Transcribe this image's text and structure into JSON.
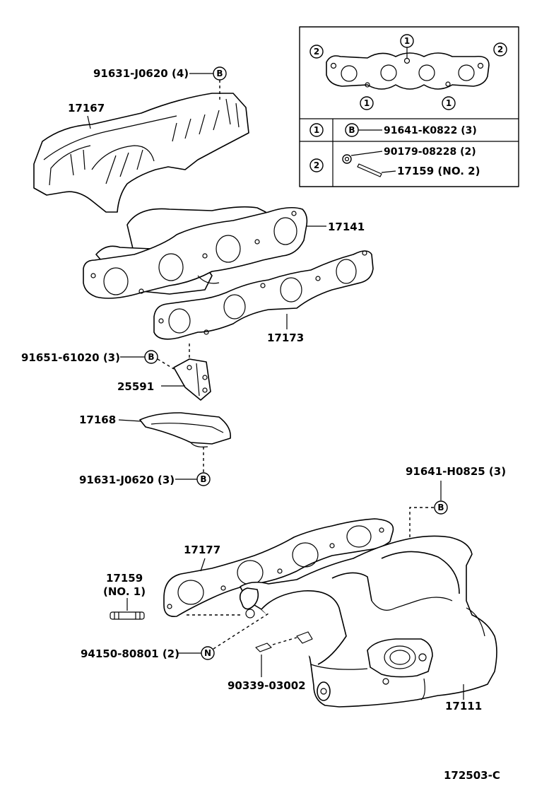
{
  "diagram_code": "172503-C",
  "symbols": {
    "B": "B",
    "N": "N",
    "one": "1",
    "two": "2"
  },
  "labels": {
    "p91631_j0620_4": "91631-J0620 (4)",
    "p17167": "17167",
    "p17141": "17141",
    "p17173": "17173",
    "p91651_61020_3": "91651-61020 (3)",
    "p25591": "25591",
    "p17168": "17168",
    "p91631_j0620_3": "91631-J0620 (3)",
    "p91641_h0825_3": "91641-H0825 (3)",
    "p17177": "17177",
    "p17159": "17159",
    "p17159_no1": "(NO. 1)",
    "p94150_80801_2": "94150-80801 (2)",
    "p90339_03002": "90339-03002",
    "p17111": "17111"
  },
  "inset_table": {
    "row1_bolt": "91641-K0822 (3)",
    "row2_nut": "90179-08228 (2)",
    "row2_stud": "17159 (NO. 2)"
  }
}
